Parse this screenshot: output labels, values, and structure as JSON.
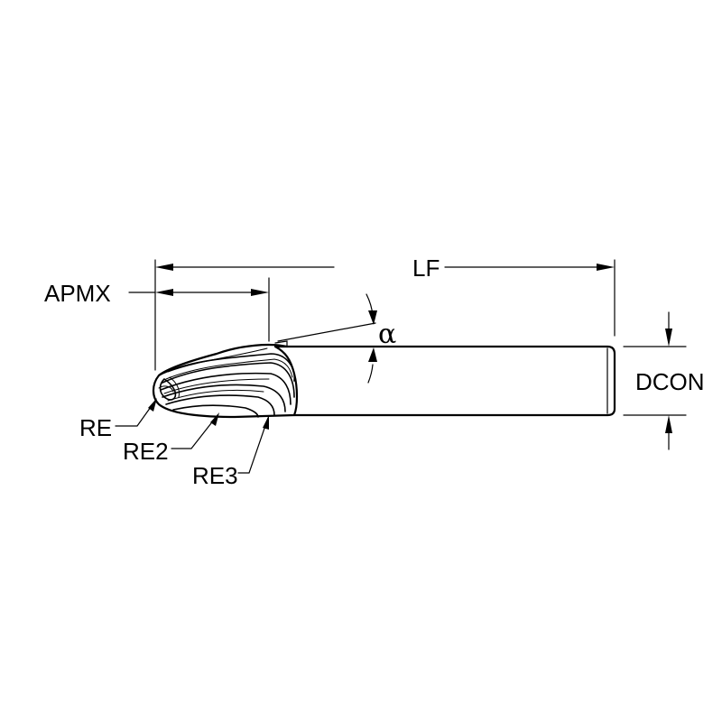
{
  "labels": {
    "lf": "LF",
    "apmx": "APMX",
    "alpha": "α",
    "dcon": "DCON",
    "re": "RE",
    "re2": "RE2",
    "re3": "RE3"
  }
}
